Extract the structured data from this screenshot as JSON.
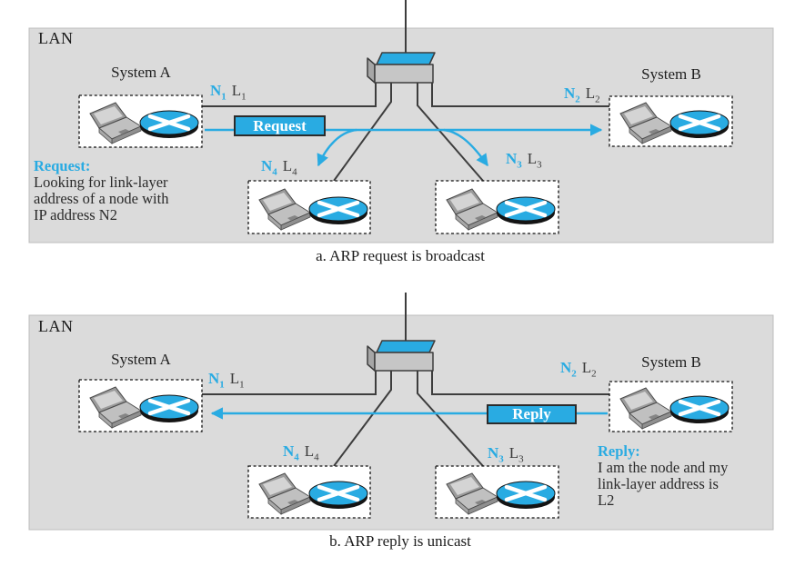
{
  "figure": {
    "colors": {
      "accent_blue": "#29abe2",
      "lan_background": "#dbdbdb",
      "line_gray": "#3d3d3d"
    }
  },
  "panel_a": {
    "lan_label": "LAN",
    "caption": "a. ARP request is broadcast",
    "system_a_label": "System A",
    "system_b_label": "System B",
    "packet_label": "Request",
    "note": {
      "title": "Request:",
      "lines": [
        "Looking for link-layer",
        "address of a node with",
        "IP address N2"
      ]
    },
    "addresses": {
      "n1": {
        "net": "N",
        "net_sub": "1",
        "link": "L",
        "link_sub": "1"
      },
      "n2": {
        "net": "N",
        "net_sub": "2",
        "link": "L",
        "link_sub": "2"
      },
      "n3": {
        "net": "N",
        "net_sub": "3",
        "link": "L",
        "link_sub": "3"
      },
      "n4": {
        "net": "N",
        "net_sub": "4",
        "link": "L",
        "link_sub": "4"
      }
    }
  },
  "panel_b": {
    "lan_label": "LAN",
    "caption": "b. ARP reply is unicast",
    "system_a_label": "System A",
    "system_b_label": "System B",
    "packet_label": "Reply",
    "note": {
      "title": "Reply:",
      "lines": [
        "I am the node and my",
        "link-layer address is",
        "L2"
      ]
    },
    "addresses": {
      "n1": {
        "net": "N",
        "net_sub": "1",
        "link": "L",
        "link_sub": "1"
      },
      "n2": {
        "net": "N",
        "net_sub": "2",
        "link": "L",
        "link_sub": "2"
      },
      "n3": {
        "net": "N",
        "net_sub": "3",
        "link": "L",
        "link_sub": "3"
      },
      "n4": {
        "net": "N",
        "net_sub": "4",
        "link": "L",
        "link_sub": "4"
      }
    }
  }
}
